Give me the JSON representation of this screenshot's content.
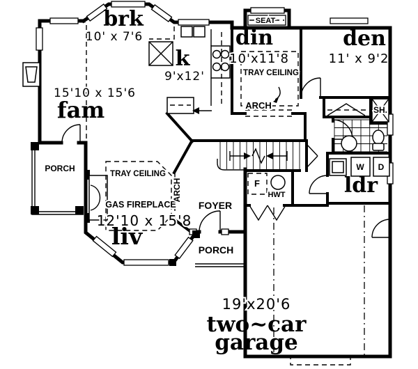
{
  "plan": {
    "breakfast": {
      "label": "brk",
      "dims": "10' x 7'6"
    },
    "kitchen": {
      "label": "k",
      "dims": "9'x12'"
    },
    "dining": {
      "label": "din",
      "dims": "10'x11'8",
      "tray": "TRAY CEILING",
      "arch": "ARCH",
      "seat": "SEAT"
    },
    "den": {
      "label": "den",
      "dims": "11' x 9'2"
    },
    "family": {
      "label": "fam",
      "dims": "15'10 x 15'6"
    },
    "living": {
      "label": "liv",
      "dims": "12'10 x 15'8",
      "tray": "TRAY CEILING",
      "fireplace": "GAS FIREPLACE",
      "arch": "ARCH"
    },
    "foyer": {
      "label": "FOYER"
    },
    "porch_left": {
      "label": "PORCH"
    },
    "porch_front": {
      "label": "PORCH"
    },
    "laundry": {
      "label": "ldr",
      "washer": "W",
      "dryer": "D"
    },
    "bath": {
      "shower": "SH."
    },
    "utility": {
      "furnace": "F",
      "water_heater": "HWT"
    },
    "garage": {
      "dims": "19'x20'6",
      "label_line1": "two~car",
      "label_line2": "garage"
    }
  },
  "colors": {
    "ink": "#000000",
    "paper": "#ffffff"
  }
}
